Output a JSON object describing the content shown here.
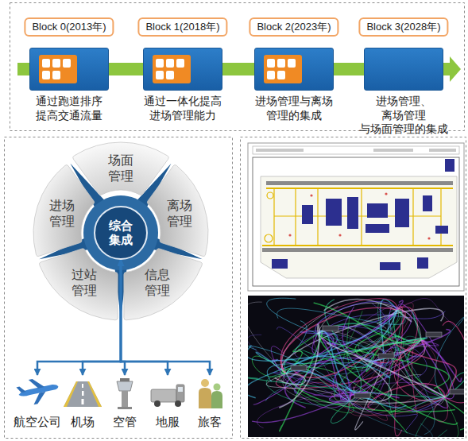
{
  "diagram": {
    "nodes": [
      {
        "text": [
          "Block 0(2013年)"
        ]
      },
      {
        "text": [
          "通过跑道排序 提高交通流量"
        ]
      },
      {
        "text": [
          "Block 1(2018年)"
        ]
      },
      {
        "text": [
          "通过一体化提高 进场管理能力"
        ]
      },
      {
        "text": [
          "Block 2(2023年)"
        ]
      },
      {
        "text": [
          "进场管理与离场 管理的集成"
        ]
      },
      {
        "text": [
          "Block 3(2028年)"
        ]
      },
      {
        "text": [
          "进场管理、离场管理 与场面管理的集成"
        ]
      },
      {
        "text": [
          "场面 管理"
        ]
      },
      {
        "text": [
          "进场 管理"
        ]
      },
      {
        "text": [
          "离场 管理"
        ]
      },
      {
        "text": [
          "综合 集成"
        ]
      },
      {
        "text": [
          "过站 管理"
        ]
      },
      {
        "text": [
          "信息 管理"
        ]
      },
      {
        "text": [
          "航空公司"
        ]
      },
      {
        "text": [
          "机场"
        ]
      },
      {
        "text": [
          "空管"
        ]
      },
      {
        "text": [
          "地服"
        ]
      },
      {
        "text": [
          "旅客"
        ]
      }
    ],
    "edges": [
      {
        "from": 1,
        "to": 3,
        "arrow": "none"
      },
      {
        "from": 3,
        "to": 5,
        "arrow": "none"
      },
      {
        "from": 5,
        "to": 7,
        "arrow": "none"
      },
      {
        "from": 11,
        "to": 14,
        "arrow": "both"
      },
      {
        "from": 11,
        "to": 15,
        "arrow": "both"
      },
      {
        "from": 11,
        "to": 16,
        "arrow": "both"
      },
      {
        "from": 11,
        "to": 17,
        "arrow": "both"
      },
      {
        "from": 11,
        "to": 18,
        "arrow": "both"
      }
    ]
  }
}
